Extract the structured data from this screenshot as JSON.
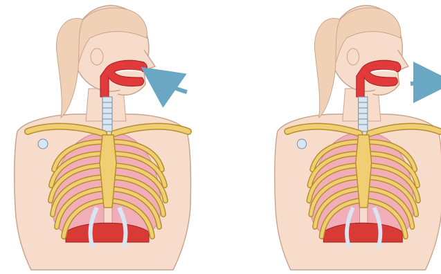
{
  "figure": {
    "panels": [
      {
        "phase": "inhalation",
        "airflow": "in",
        "chest_state": "expanded"
      },
      {
        "phase": "exhalation",
        "airflow": "out",
        "chest_state": "contracted"
      }
    ],
    "colors": {
      "background": "#ffffff",
      "skin": "#f7dccb",
      "skin_outline": "#c9a48e",
      "hair": "#f1d1b6",
      "airway": "#e23a3a",
      "airway_inner": "#ffffff",
      "lung": "#f2aeb8",
      "rib": "#f0cf73",
      "rib_outline": "#b58d2c",
      "cartilage": "#d7e6f2",
      "diaphragm": "#d93a36",
      "arrow": "#6aa7c2"
    }
  }
}
